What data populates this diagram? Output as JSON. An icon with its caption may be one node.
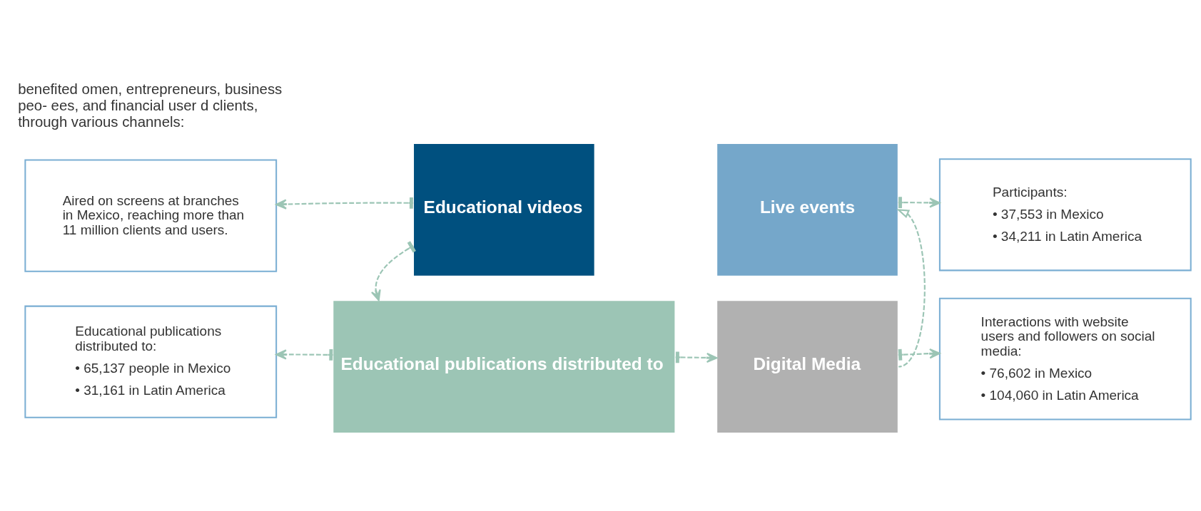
{
  "diagram": {
    "nodes": [
      {
        "text": [
          "Educational videos"
        ]
      },
      {
        "text": [
          "Live events"
        ]
      },
      {
        "text": [
          "Educational publications distributed to"
        ]
      },
      {
        "text": [
          "Digital Media"
        ]
      },
      {
        "text": [
          "Aired on screens at branches in Mexico, reaching more than 11 million clients and users."
        ]
      },
      {
        "text": [
          "Participants:",
          "• 37,553 in Mexico",
          "• 34,211 in Latin America"
        ]
      },
      {
        "text": [
          "Educational publications distributed to:",
          "• 65,137 people in Mexico",
          "• 31,161 in Latin America"
        ]
      },
      {
        "text": [
          "Interactions with website users and followers on social media:",
          "• 76,602 in Mexico",
          "• 104,060 in Latin America"
        ]
      }
    ],
    "edges": [
      {
        "from": 0,
        "to": 4,
        "arrow": "to",
        "style": "dashed"
      },
      {
        "from": 1,
        "to": 5,
        "arrow": "to",
        "style": "dashed"
      },
      {
        "from": 2,
        "to": 6,
        "arrow": "to",
        "style": "dashed"
      },
      {
        "from": 3,
        "to": 7,
        "arrow": "to",
        "style": "dashed"
      },
      {
        "from": 0,
        "to": 2,
        "arrow": "to",
        "style": "dashed"
      },
      {
        "from": 2,
        "to": 3,
        "arrow": "to",
        "style": "dashed"
      },
      {
        "from": 3,
        "to": 1,
        "arrow": "to",
        "style": "dashed"
      }
    ],
    "labels": [
      "benefited omen, entrepreneurs, business peo- ees, and financial user d clients, through various channels:"
    ]
  }
}
